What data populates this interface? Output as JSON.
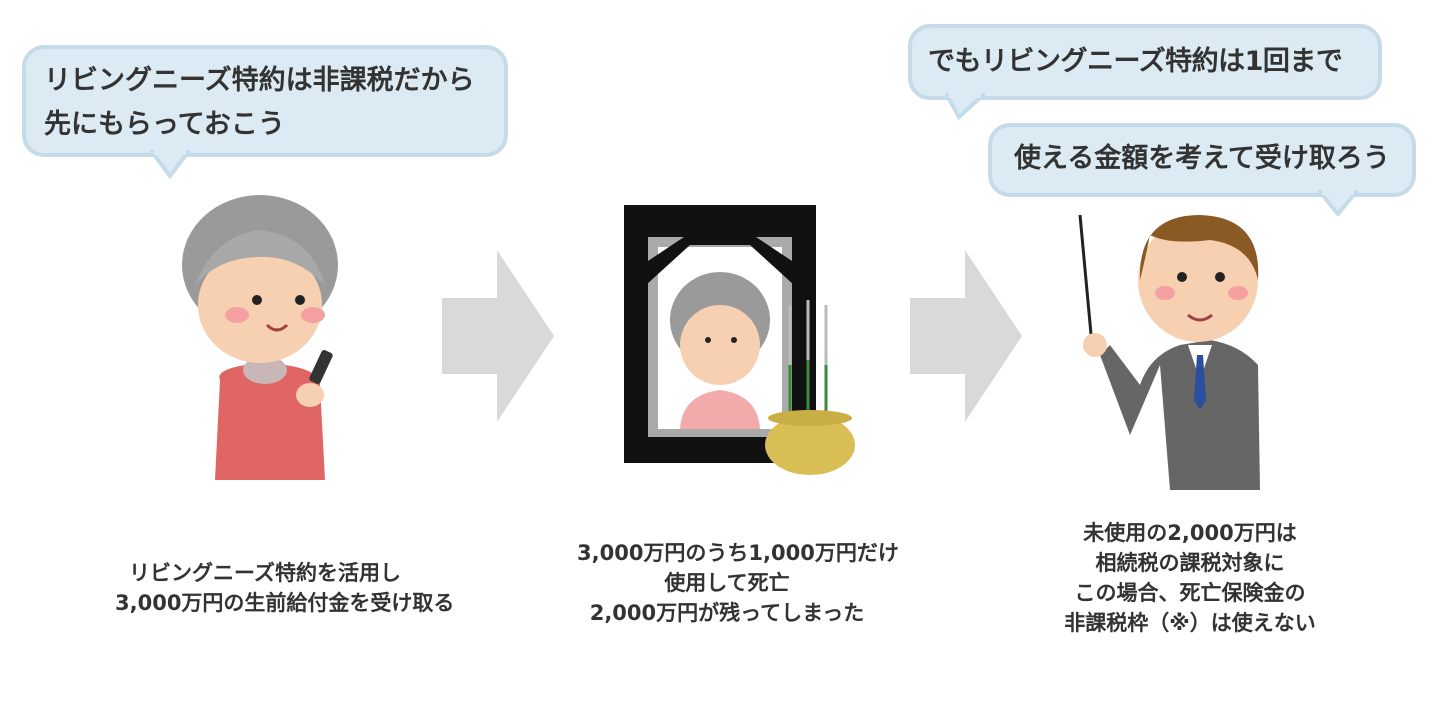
{
  "bubbles": {
    "grandma": [
      "リビングニーズ特約は非課税だから",
      "先にもらっておこう"
    ],
    "advisor_top": "でもリビングニーズ特約は1回まで",
    "advisor_bottom": "使える金額を考えて受け取ろう"
  },
  "captions": {
    "step1": [
      "リビングニーズ特約を活用し",
      "3,000万円の生前給付金を受け取る"
    ],
    "step2": [
      "3,000万円のうち1,000万円だけ",
      "使用して死亡",
      "2,000万円が残ってしまった"
    ],
    "step3": [
      "未使用の2,000万円は",
      "相続税の課税対象に",
      "この場合、死亡保険金の",
      "非課税枠（※）は使えない"
    ]
  },
  "colors": {
    "bubble_fill": "#dcebf3",
    "bubble_border": "#c5dbe7",
    "arrow": "#d9d9d9",
    "text": "#333333"
  }
}
